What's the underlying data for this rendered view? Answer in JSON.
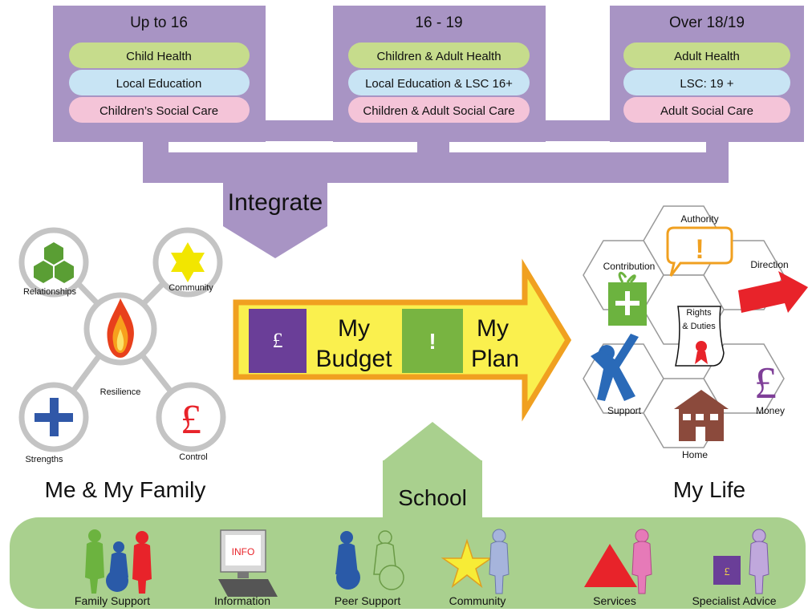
{
  "age_groups": [
    {
      "heading": "Up to 16",
      "services": [
        "Child Health",
        "Local Education",
        "Children’s Social Care"
      ]
    },
    {
      "heading": "16 - 19",
      "services": [
        "Children & Adult Health",
        "Local Education & LSC 16+",
        "Children & Adult Social Care"
      ]
    },
    {
      "heading": "Over 18/19",
      "services": [
        "Adult Health",
        "LSC: 19 +",
        "Adult Social Care"
      ]
    }
  ],
  "integrate_label": "Integrate",
  "family": {
    "title": "Me & My Family",
    "center": "Resilience",
    "nodes": [
      "Relationships",
      "Community",
      "Strengths",
      "Control"
    ],
    "control_symbol": "£"
  },
  "arrow": {
    "budget_symbol": "£",
    "budget_line1": "My",
    "budget_line2": "Budget",
    "plan_symbol": "!",
    "plan_line1": "My",
    "plan_line2": "Plan"
  },
  "life": {
    "title": "My Life",
    "cells": {
      "authority": "Authority",
      "contribution": "Contribution",
      "direction": "Direction",
      "rights_line1": "Rights",
      "rights_line2": "& Duties",
      "support": "Support",
      "money": "Money",
      "home": "Home"
    },
    "money_symbol": "£",
    "authority_symbol": "!"
  },
  "school_label": "School",
  "bottom_items": [
    "Family Support",
    "Information",
    "Peer Support",
    "Community",
    "Services",
    "Specialist Advice"
  ],
  "info_screen_text": "INFO",
  "specialist_symbol": "£",
  "colors": {
    "purple_panel": "#a894c4",
    "green_pill": "#c6dc8c",
    "blue_pill": "#c8e4f4",
    "pink_pill": "#f4c4d8",
    "school_green": "#a9d08e",
    "arrow_yellow": "#faf04e",
    "arrow_orange": "#f0a020",
    "budget_purple": "#6a3e98",
    "plan_green": "#78b441"
  }
}
